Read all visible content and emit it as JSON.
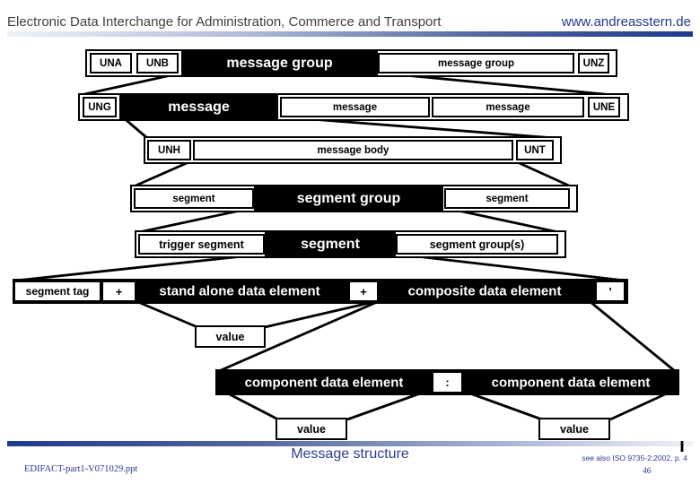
{
  "colors": {
    "accent_navy": "#2d3c92",
    "title_gray": "#404040",
    "box_black": "#000000",
    "gradient_dark": "#1d3a8f",
    "gradient_light": "#eef2f8"
  },
  "header": {
    "title": "Electronic Data Interchange for Administration, Commerce and Transport",
    "website": "www.andreasstern.de"
  },
  "diagram": {
    "interchange_level": {
      "una": "UNA",
      "unb": "UNB",
      "message_group_selected": "message group",
      "message_group": "message group",
      "unz": "UNZ"
    },
    "message_group_level": {
      "ung": "UNG",
      "message_selected": "message",
      "message_2": "message",
      "message_3": "message",
      "une": "UNE"
    },
    "message_level": {
      "unh": "UNH",
      "message_body": "message body",
      "unt": "UNT"
    },
    "message_body_level": {
      "segment_left": "segment",
      "segment_group_selected": "segment group",
      "segment_right": "segment"
    },
    "segment_group_level": {
      "trigger_segment": "trigger segment",
      "segment_selected": "segment",
      "segment_groups": "segment group(s)"
    },
    "segment_level": {
      "segment_tag": "segment tag",
      "plus_1": "+",
      "stand_alone": "stand alone data element",
      "plus_2": "+",
      "composite": "composite data element",
      "terminator": "'"
    },
    "stand_alone_level": {
      "value": "value"
    },
    "composite_level": {
      "component_left": "component data element",
      "separator": ":",
      "component_right": "component data element"
    },
    "component_level": {
      "value_left": "value",
      "value_right": "value"
    }
  },
  "footer": {
    "caption": "Message structure",
    "reference": "see also ISO 9735-2:2002, p. 4",
    "filename": "EDIFACT-part1-V071029.ppt",
    "page_number": "46"
  }
}
